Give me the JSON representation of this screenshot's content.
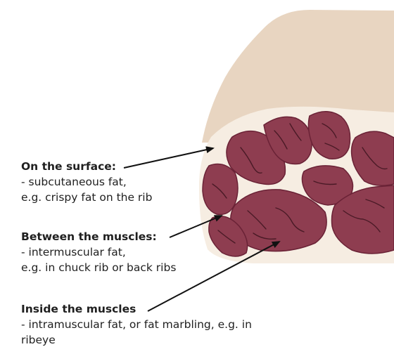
{
  "labels": {
    "surface": {
      "heading": "On the surface:",
      "lines": [
        "- subcutaneous fat,",
        "e.g. crispy fat on the rib"
      ]
    },
    "between": {
      "heading": "Between the muscles:",
      "lines": [
        "- intermuscular fat,",
        "e.g. in chuck rib or back ribs"
      ]
    },
    "inside": {
      "heading": "Inside the muscles",
      "lines": [
        "- intramuscular fat, or fat marbling, e.g. in",
        "ribeye"
      ]
    }
  },
  "colors": {
    "surface_fat": "#e8d5c1",
    "intermuscular_fat": "#f6ede2",
    "muscle": "#8e3d50",
    "muscle_edge": "#6a2236",
    "marbling": "#4a1a26",
    "arrow": "#111111"
  }
}
